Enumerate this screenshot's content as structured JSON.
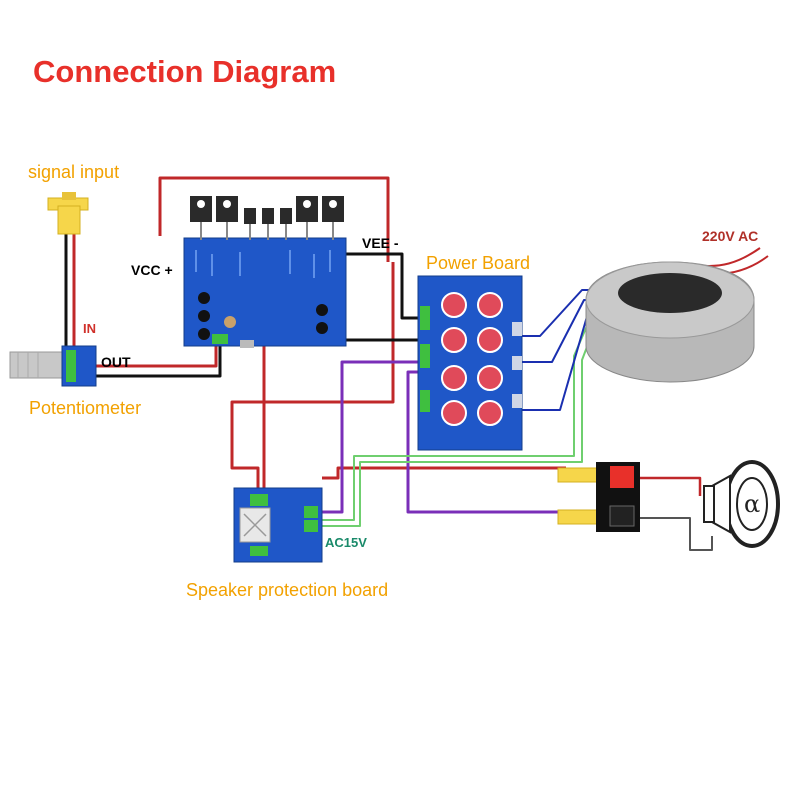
{
  "title": "Connection Diagram",
  "labels": {
    "signal_input": "signal input",
    "in": "IN",
    "out": "OUT",
    "potentiometer": "Potentiometer",
    "vcc": "VCC +",
    "vee": "VEE  -",
    "power_board": "Power Board",
    "ac_220": "220V AC",
    "ac_15": "AC15V",
    "speaker_protection": "Speaker protection board",
    "speaker_symbol": "α"
  },
  "colors": {
    "title": "#e8302a",
    "component_label": "#f2a100",
    "pcb": "#1f57c8",
    "wire_red": "#c0282a",
    "wire_black": "#111111",
    "wire_purple": "#7a2fb8",
    "wire_green": "#6fcf6f",
    "wire_blue": "#1a2fb0",
    "connector_green": "#3fbf3f",
    "capacitor": "#e04a5a"
  },
  "components": [
    {
      "id": "signal-input-jack",
      "icon": "rca-jack-icon"
    },
    {
      "id": "potentiometer",
      "icon": "potentiometer-icon"
    },
    {
      "id": "amplifier-board",
      "icon": "pcb-icon"
    },
    {
      "id": "power-board",
      "icon": "pcb-icon"
    },
    {
      "id": "toroidal-transformer",
      "icon": "transformer-icon"
    },
    {
      "id": "speaker-protection-board",
      "icon": "pcb-icon"
    },
    {
      "id": "speaker-terminal",
      "icon": "terminal-icon"
    },
    {
      "id": "speaker",
      "icon": "speaker-icon"
    }
  ]
}
